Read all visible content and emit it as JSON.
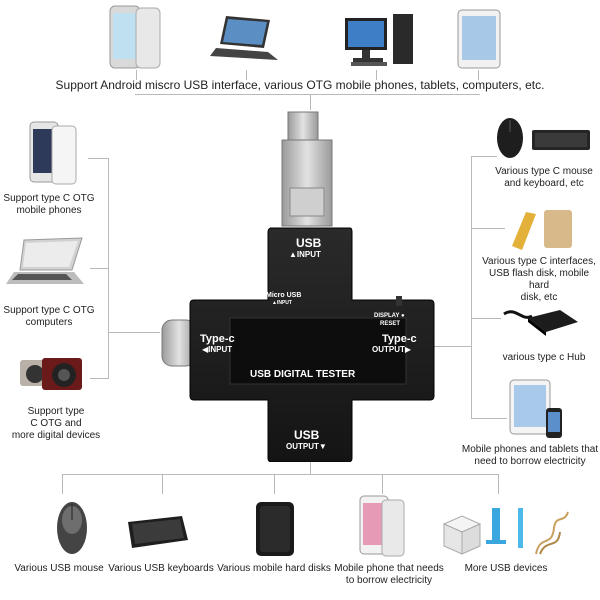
{
  "top": {
    "caption": "Support Android miscro USB interface, various OTG mobile phones, tablets, computers, etc.",
    "icons": [
      "phone-icon",
      "laptop-icon",
      "desktop-computer-icon",
      "tablet-icon"
    ]
  },
  "left": {
    "items": [
      {
        "caption_line1": "Support type C OTG",
        "caption_line2": "mobile phones",
        "icon": "phone-icon"
      },
      {
        "caption_line1": "Support type C OTG",
        "caption_line2": "computers",
        "icon": "laptop-icon"
      },
      {
        "caption_line1": "Support type",
        "caption_line2": "C OTG and",
        "caption_line3": "more digital devices",
        "icon": "camera-icon"
      }
    ]
  },
  "right": {
    "items": [
      {
        "caption_line1": "Various type C mouse",
        "caption_line2": "and keyboard, etc",
        "icon": "mouse-keyboard-icon"
      },
      {
        "caption_line1": "Various type C interfaces,",
        "caption_line2": "USB flash disk, mobile hard",
        "caption_line3": "disk, etc",
        "icon": "flash-disk-icon"
      },
      {
        "caption_line1": "various type c Hub",
        "icon": "hub-icon"
      },
      {
        "caption_line1": "Mobile phones and tablets that",
        "caption_line2": "need to borrow electricity",
        "icon": "tablet-phone-icon"
      }
    ]
  },
  "bottom": {
    "items": [
      {
        "caption_line1": "Various USB mouse",
        "icon": "mouse-icon"
      },
      {
        "caption_line1": "Various USB keyboards",
        "icon": "keyboard-icon"
      },
      {
        "caption_line1": "Various mobile hard disks",
        "icon": "hard-disk-icon"
      },
      {
        "caption_line1": "Mobile phone that needs",
        "caption_line2": "to borrow electricity",
        "icon": "phone-icon"
      },
      {
        "caption_line1": "More USB devices",
        "icon": "usb-gadgets-icon"
      }
    ]
  },
  "tester": {
    "title": "USB DIGITAL TESTER",
    "usb_in_label": "USB",
    "usb_in_sub": "INPUT",
    "usb_out_label": "USB",
    "usb_out_sub": "OUTPUT",
    "typec_in_label": "Type-c",
    "typec_in_sub": "INPUT",
    "typec_out_label": "Type-c",
    "typec_out_sub": "OUTPUT",
    "micro_label": "Micro USB",
    "micro_sub": "INPUT",
    "display_label": "DISPLAY",
    "reset_label": "RESET"
  }
}
